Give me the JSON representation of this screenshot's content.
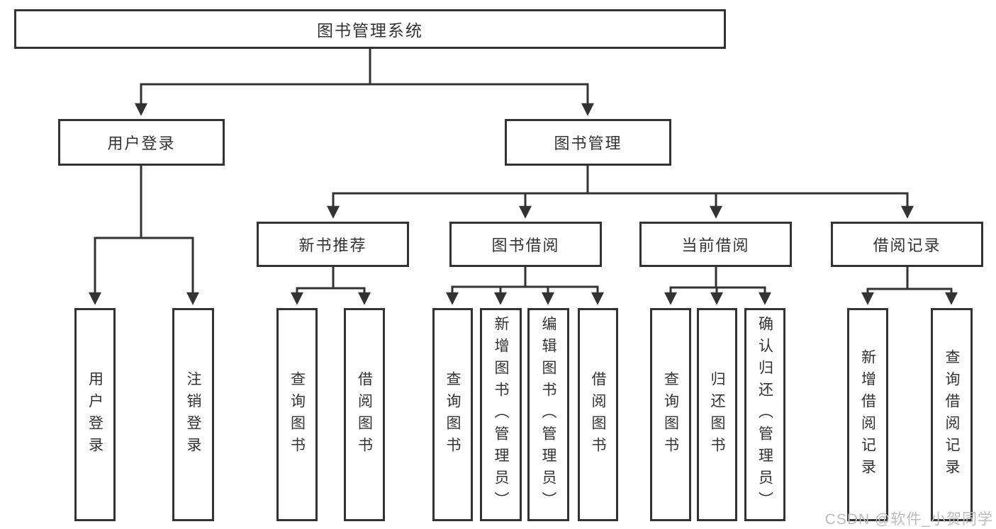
{
  "colors": {
    "line": "#333333",
    "text": "#333333",
    "box_fill": "#ffffff",
    "watermark": "#bcbcbc",
    "background": "#ffffff"
  },
  "watermark": {
    "text": "CSDN @软件_小贺同学"
  },
  "tree": {
    "label": "图书管理系统",
    "children": [
      {
        "label": "用户登录",
        "children": [
          {
            "label": "用户登录"
          },
          {
            "label": "注销登录"
          }
        ]
      },
      {
        "label": "图书管理",
        "children": [
          {
            "label": "新书推荐",
            "children": [
              {
                "label": "查询图书"
              },
              {
                "label": "借阅图书"
              }
            ]
          },
          {
            "label": "图书借阅",
            "children": [
              {
                "label": "查询图书"
              },
              {
                "label": "新增图书（管理员）"
              },
              {
                "label": "编辑图书（管理员）"
              },
              {
                "label": "借阅图书"
              }
            ]
          },
          {
            "label": "当前借阅",
            "children": [
              {
                "label": "查询图书"
              },
              {
                "label": "归还图书"
              },
              {
                "label": "确认归还（管理员）"
              }
            ]
          },
          {
            "label": "借阅记录",
            "children": [
              {
                "label": "新增借阅记录"
              },
              {
                "label": "查询借阅记录"
              }
            ]
          }
        ]
      }
    ]
  }
}
